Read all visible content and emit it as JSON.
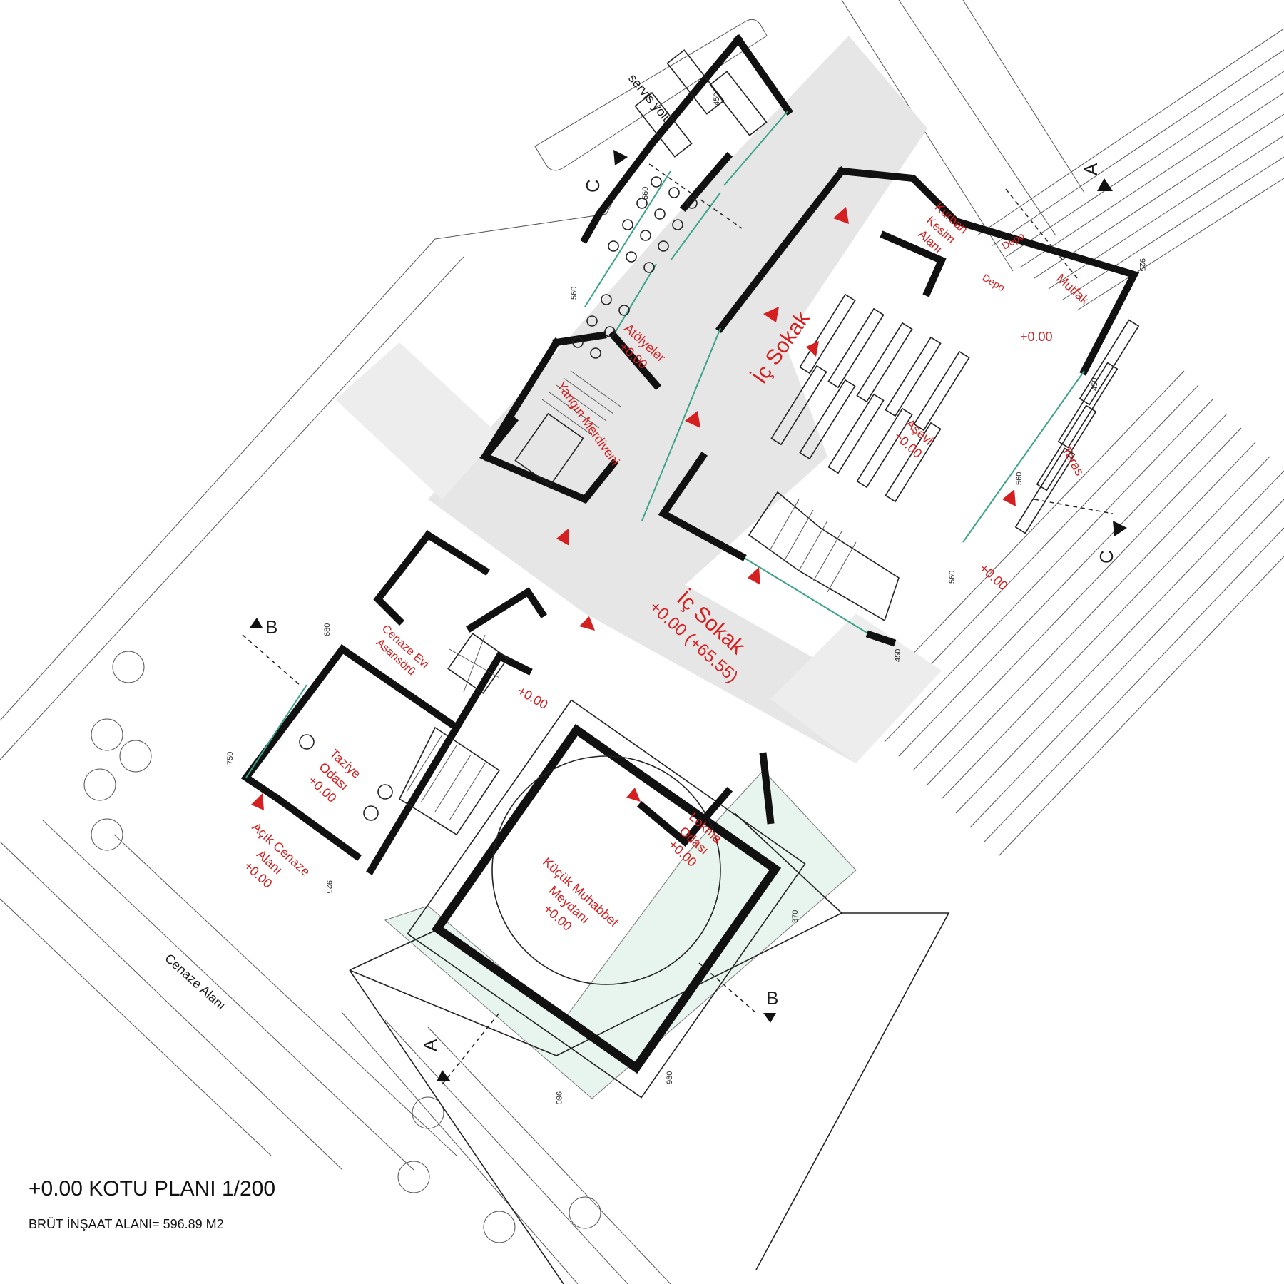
{
  "plan_title": "+0.00 KOTU PLANI 1/200",
  "area_note": "BRÜT İNŞAAT ALANI= 596.89 M2",
  "street_labels": {
    "service_road": "servis yolu",
    "funeral_area": "Cenaze Alanı"
  },
  "rooms": {
    "atolyeler": {
      "name": "Atölyeler",
      "level": "+0.00"
    },
    "yangin": {
      "name": "Yangın Merdiveni"
    },
    "kurban": {
      "line1": "Kurban",
      "line2": "Kesim",
      "line3": "Alanı"
    },
    "depo1": "Depo",
    "depo2": "Depo",
    "mutfak": {
      "name": "Mutfak",
      "level": "+0.00"
    },
    "asevi": {
      "name": "Aşevi",
      "level": "+0.00"
    },
    "teras": {
      "name": "Teras",
      "level": "+0.00"
    },
    "ic_sokak_upper": "İç Sokak",
    "ic_sokak_main": {
      "name": "İç Sokak",
      "level": "+0.00 (+65.55)"
    },
    "cenaze_asansoru": {
      "line1": "Cenaze Evi",
      "line2": "Asansörü"
    },
    "lobby_level": "+0.00",
    "taziye": {
      "line1": "Taziye",
      "line2": "Odası",
      "level": "+0.00"
    },
    "acik_cenaze": {
      "line1": "Açık Cenaze",
      "line2": "Alanı",
      "level": "+0.00"
    },
    "lokma": {
      "line1": "Lokma",
      "line2": "Odası",
      "level": "+0.00"
    },
    "meydan": {
      "line1": "Küçük Muhabbet",
      "line2": "Meydanı",
      "level": "+0.00"
    }
  },
  "section_markers": [
    "A",
    "A",
    "B",
    "B",
    "C",
    "C"
  ],
  "dimensions": [
    "450",
    "560",
    "560",
    "450",
    "560",
    "560",
    "925",
    "450",
    "680",
    "750",
    "925",
    "370",
    "980",
    "980"
  ],
  "colors": {
    "labels": "#d42020",
    "walls": "#111111",
    "corridor": "#e6e6e6",
    "green_area": "#e8f5ee",
    "glazing": "#3aa38a"
  }
}
